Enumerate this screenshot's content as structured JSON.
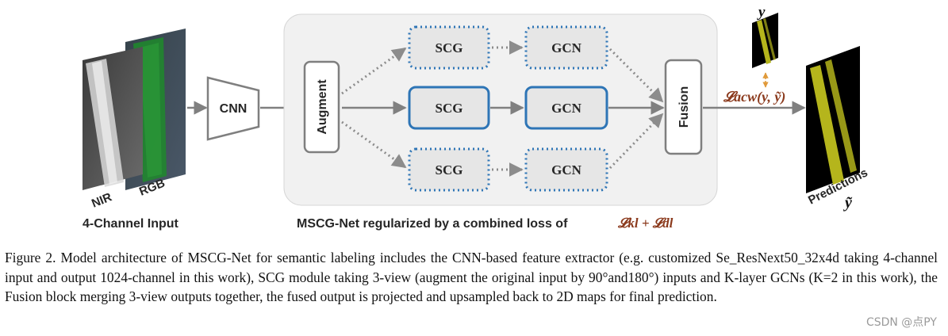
{
  "figure": {
    "input_caption": "4-Channel Input",
    "input_labels": {
      "nir": "NIR",
      "rgb": "RGB"
    },
    "cnn_label": "CNN",
    "augment_label": "Augment",
    "scg_label": "SCG",
    "gcn_label": "GCN",
    "fusion_label": "Fusion",
    "net_caption": "MSCG-Net regularized  by  a combined loss of",
    "net_loss": "𝓛kl + 𝓛dl",
    "loss_label": "𝓛acw(y, ỹ)",
    "gt_label": "y",
    "predictions_label": "Predictions",
    "pred_symbol": "ỹ"
  },
  "caption": {
    "text": "Figure 2. Model architecture of MSCG-Net for semantic labeling includes the CNN-based feature extractor (e.g.   customized Se_ResNext50_32x4d taking 4-channel input and output 1024-channel in this work), SCG module taking 3-view (augment the original input by 90°and180°) inputs and K-layer GCNs (K=2 in this work), the Fusion block merging 3-view outputs together, the fused output is projected and upsampled back to 2D maps for final prediction."
  },
  "watermark": "CSDN @点PY",
  "colors": {
    "module_fill": "#f1f1f1",
    "box_fill": "#e6e6e6",
    "box_border": "#7f7f7f",
    "active_border": "#2e75b6",
    "dotted_border": "#2e75b6",
    "arrow": "#808080",
    "loss_text": "#8b3a1d",
    "mask_yellow": "#b5b51c",
    "vegetation": "#1f8a2c"
  }
}
